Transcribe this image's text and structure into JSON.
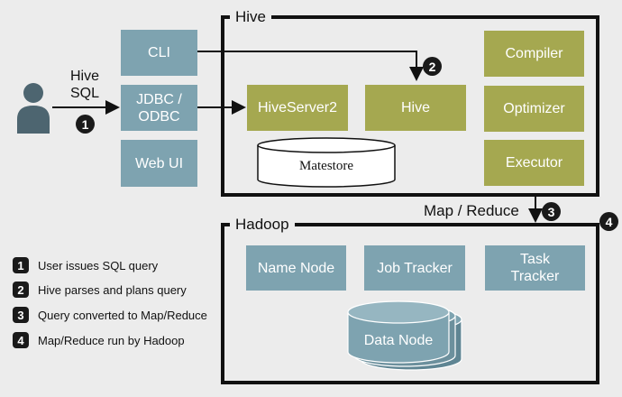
{
  "diagram": {
    "hive_frame": {
      "title": "Hive"
    },
    "hadoop_frame": {
      "title": "Hadoop"
    },
    "input_label": [
      "Hive",
      "SQL"
    ],
    "clients": {
      "cli": "CLI",
      "jdbc": [
        "JDBC /",
        "ODBC"
      ],
      "webui": "Web UI"
    },
    "hive_components": {
      "hiveserver2": "HiveServer2",
      "hive": "Hive",
      "metastore": "Matestore"
    },
    "hive_engine": {
      "compiler": "Compiler",
      "optimizer": "Optimizer",
      "executor": "Executor"
    },
    "mapreduce_label": "Map / Reduce",
    "hadoop_components": {
      "name_node": "Name Node",
      "job_tracker": "Job Tracker",
      "task_tracker": [
        "Task",
        "Tracker"
      ],
      "data_node": "Data Node"
    },
    "step_numbers": [
      "1",
      "2",
      "3",
      "4"
    ]
  },
  "legend": [
    {
      "num": "1",
      "text": "User issues SQL query"
    },
    {
      "num": "2",
      "text": "Hive parses and plans query"
    },
    {
      "num": "3",
      "text": "Query converted to Map/Reduce"
    },
    {
      "num": "4",
      "text": "Map/Reduce run by Hadoop"
    }
  ],
  "colors": {
    "client_box": "#7ea3b0",
    "hive_box": "#a5a850",
    "frame": "#111111",
    "background": "#ececec"
  }
}
